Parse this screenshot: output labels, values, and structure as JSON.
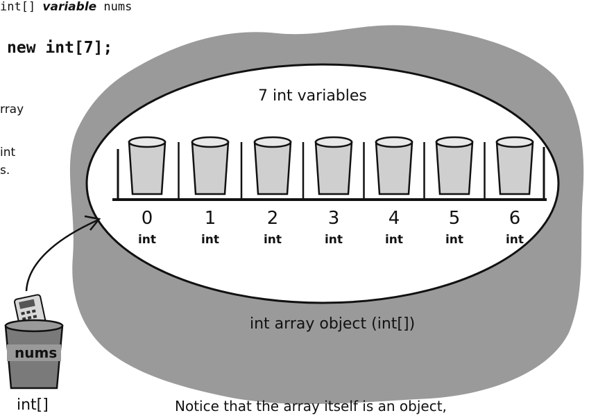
{
  "code": {
    "declaration": {
      "prefix": "int[] ",
      "keyword": "variable",
      "name": " nums"
    },
    "allocation": "new int[7];"
  },
  "left_fragments": [
    "rray",
    "int",
    "s."
  ],
  "ellipse_title": "7 int variables",
  "slots": [
    {
      "index": "0",
      "type": "int"
    },
    {
      "index": "1",
      "type": "int"
    },
    {
      "index": "2",
      "type": "int"
    },
    {
      "index": "3",
      "type": "int"
    },
    {
      "index": "4",
      "type": "int"
    },
    {
      "index": "5",
      "type": "int"
    },
    {
      "index": "6",
      "type": "int"
    }
  ],
  "object_caption": "int array object (int[])",
  "reference": {
    "label": "nums",
    "type": "int[]"
  },
  "footer_note": "Notice that the array itself is an object,",
  "colors": {
    "blob": "#9a9a9a",
    "cup": "#cfcfcf",
    "ink": "#111111"
  }
}
